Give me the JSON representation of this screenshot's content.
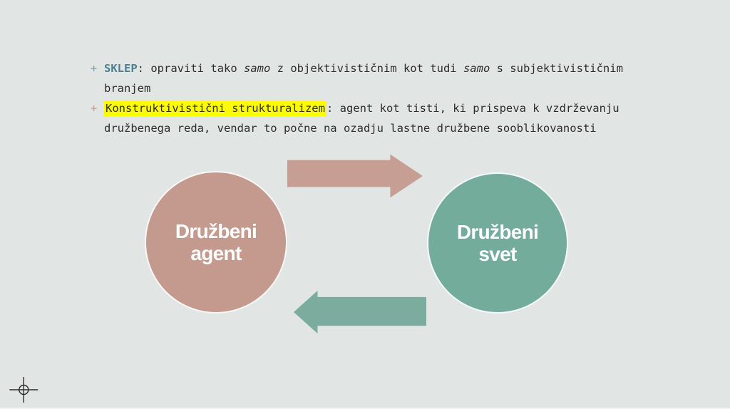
{
  "slide": {
    "background_color": "#e1e6e4",
    "text_color": "#2d2d2d"
  },
  "bullets": {
    "item1": {
      "marker": "+",
      "marker_color": "#7d9fab",
      "term": "SKLEP",
      "term_color": "#4d7f90",
      "sep": ": ",
      "part1": "opraviti tako ",
      "italic1": "samo",
      "part2": " z objektivističnim kot tudi ",
      "italic2": "samo",
      "part3": " s subjektivističnim branjem"
    },
    "item2": {
      "marker": "+",
      "marker_color": "#c59a8e",
      "highlight": "Konstruktivistični strukturalizem",
      "highlight_bg": "#fefe00",
      "highlight_color": "#3e7b82",
      "sep": ": ",
      "text": "agent kot tisti, ki prispeva k vzdrževanju družbenega reda, vendar to počne na ozadju lastne družbene sooblikovanosti"
    }
  },
  "diagram": {
    "circle_left": {
      "line1": "Družbeni",
      "line2": "agent",
      "color": "#c49a8f",
      "text_color": "#ffffff"
    },
    "circle_right": {
      "line1": "Družbeni",
      "line2": "svet",
      "color": "#74ac9b",
      "text_color": "#ffffff"
    },
    "arrow_top": {
      "direction": "right",
      "color": "#c79e93"
    },
    "arrow_bottom": {
      "direction": "left",
      "color": "#7bac9e"
    }
  },
  "marks": {
    "registration_color": "#2b2b2b"
  }
}
